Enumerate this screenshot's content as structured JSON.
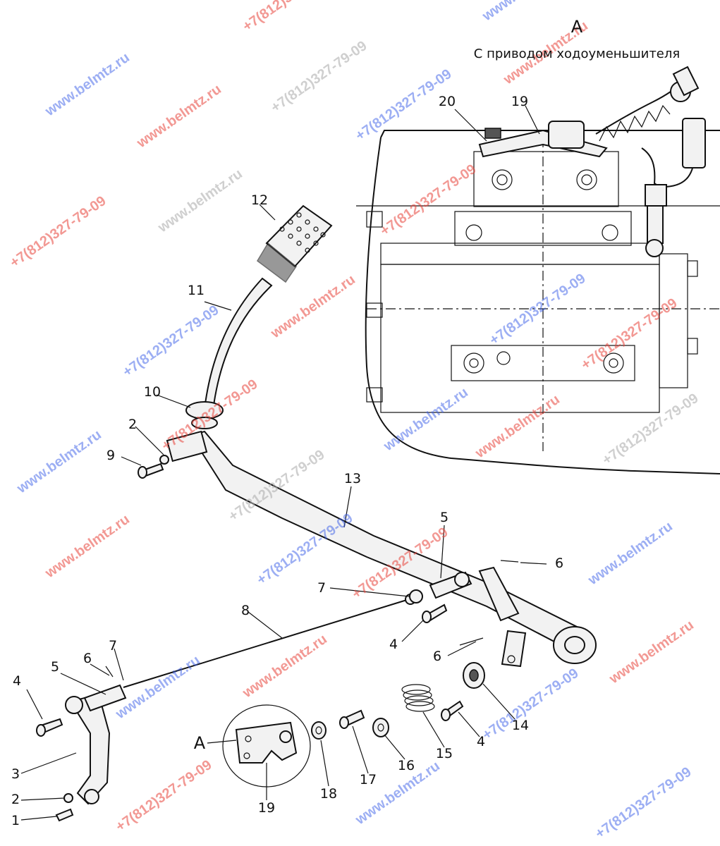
{
  "view_a": {
    "letter": "A",
    "caption": "С приводом ходоуменьшителя"
  },
  "inset_label": "A",
  "parts": {
    "p1": "1",
    "p2a": "2",
    "p2b": "2",
    "p3": "3",
    "p4a": "4",
    "p4b": "4",
    "p4c": "4",
    "p5a": "5",
    "p5b": "5",
    "p6a": "6",
    "p6b": "6",
    "p6c": "6",
    "p7a": "7",
    "p7b": "7",
    "p8": "8",
    "p9": "9",
    "p10": "10",
    "p11": "11",
    "p12": "12",
    "p13": "13",
    "p14": "14",
    "p15": "15",
    "p16": "16",
    "p17": "17",
    "p18": "18",
    "p19a": "19",
    "p19b": "19",
    "p20": "20"
  },
  "watermarks": {
    "site": "www.belmtz.ru",
    "phone": "+7(812)327-79-09"
  },
  "colors": {
    "watermark_red": "#e8443b",
    "watermark_blue": "#3b5fe8",
    "line": "#111111"
  }
}
